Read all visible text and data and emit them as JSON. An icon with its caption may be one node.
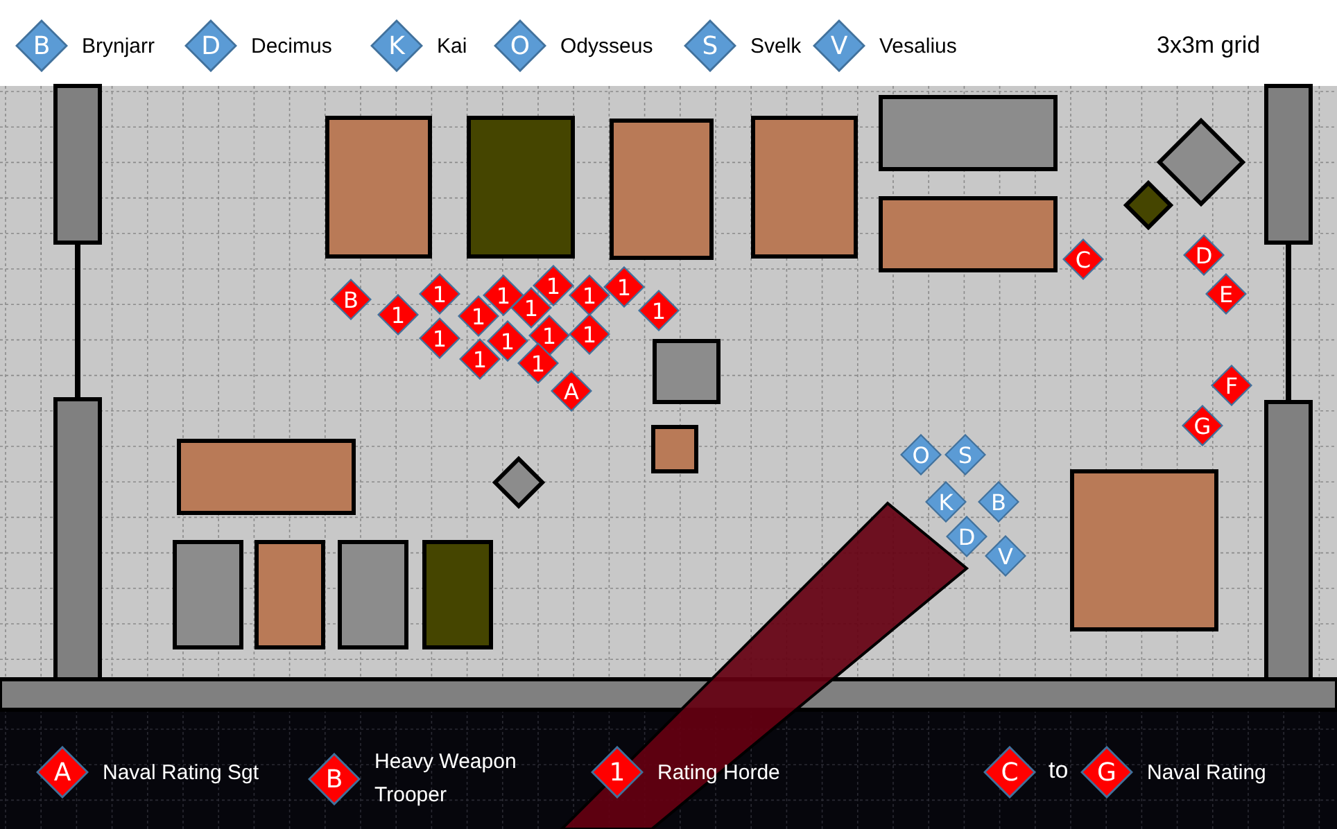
{
  "diagram": {
    "nodes": [
      {
        "text": [
          "B"
        ],
        "beside": [
          "Brynjarr"
        ]
      },
      {
        "text": [
          "D"
        ],
        "beside": [
          "Decimus"
        ]
      },
      {
        "text": [
          "K"
        ],
        "beside": [
          "Kai"
        ]
      },
      {
        "text": [
          "O"
        ],
        "beside": [
          "Odysseus"
        ]
      },
      {
        "text": [
          "S"
        ],
        "beside": [
          "Svelk"
        ]
      },
      {
        "text": [
          "V"
        ],
        "beside": [
          "Vesalius"
        ]
      },
      {
        "text": [
          "D"
        ]
      },
      {
        "text": [
          "C"
        ]
      },
      {
        "text": [
          "1"
        ]
      },
      {
        "text": [
          "1"
        ]
      },
      {
        "text": [
          "1"
        ]
      },
      {
        "text": [
          "1"
        ]
      },
      {
        "text": [
          "1"
        ]
      },
      {
        "text": [
          "E"
        ]
      },
      {
        "text": [
          "B"
        ]
      },
      {
        "text": [
          "1"
        ]
      },
      {
        "text": [
          "1"
        ]
      },
      {
        "text": [
          "1"
        ]
      },
      {
        "text": [
          "1"
        ]
      },
      {
        "text": [
          "1"
        ]
      },
      {
        "text": [
          "1"
        ]
      },
      {
        "text": [
          "1"
        ]
      },
      {
        "text": [
          "1"
        ]
      },
      {
        "text": [
          "1"
        ]
      },
      {
        "text": [
          "1"
        ]
      },
      {
        "text": [
          "F"
        ]
      },
      {
        "text": [
          "A"
        ]
      },
      {
        "text": [
          "G"
        ]
      },
      {
        "text": [
          "O"
        ]
      },
      {
        "text": [
          "S"
        ]
      },
      {
        "text": [
          "K"
        ]
      },
      {
        "text": [
          "B"
        ]
      },
      {
        "text": [
          "D"
        ]
      },
      {
        "text": [
          "V"
        ]
      },
      {
        "text": [
          "A"
        ],
        "beside": [
          "Naval Rating Sgt"
        ]
      },
      {
        "text": [
          "B"
        ],
        "beside": [
          "Heavy Weapon Trooper"
        ]
      },
      {
        "text": [
          "1"
        ],
        "beside": [
          "Rating Horde"
        ]
      },
      {
        "text": [
          "C"
        ]
      },
      {
        "text": [
          "G"
        ],
        "beside": [
          "Naval Rating"
        ]
      }
    ],
    "labels": [
      "3x3m grid",
      "to"
    ]
  }
}
